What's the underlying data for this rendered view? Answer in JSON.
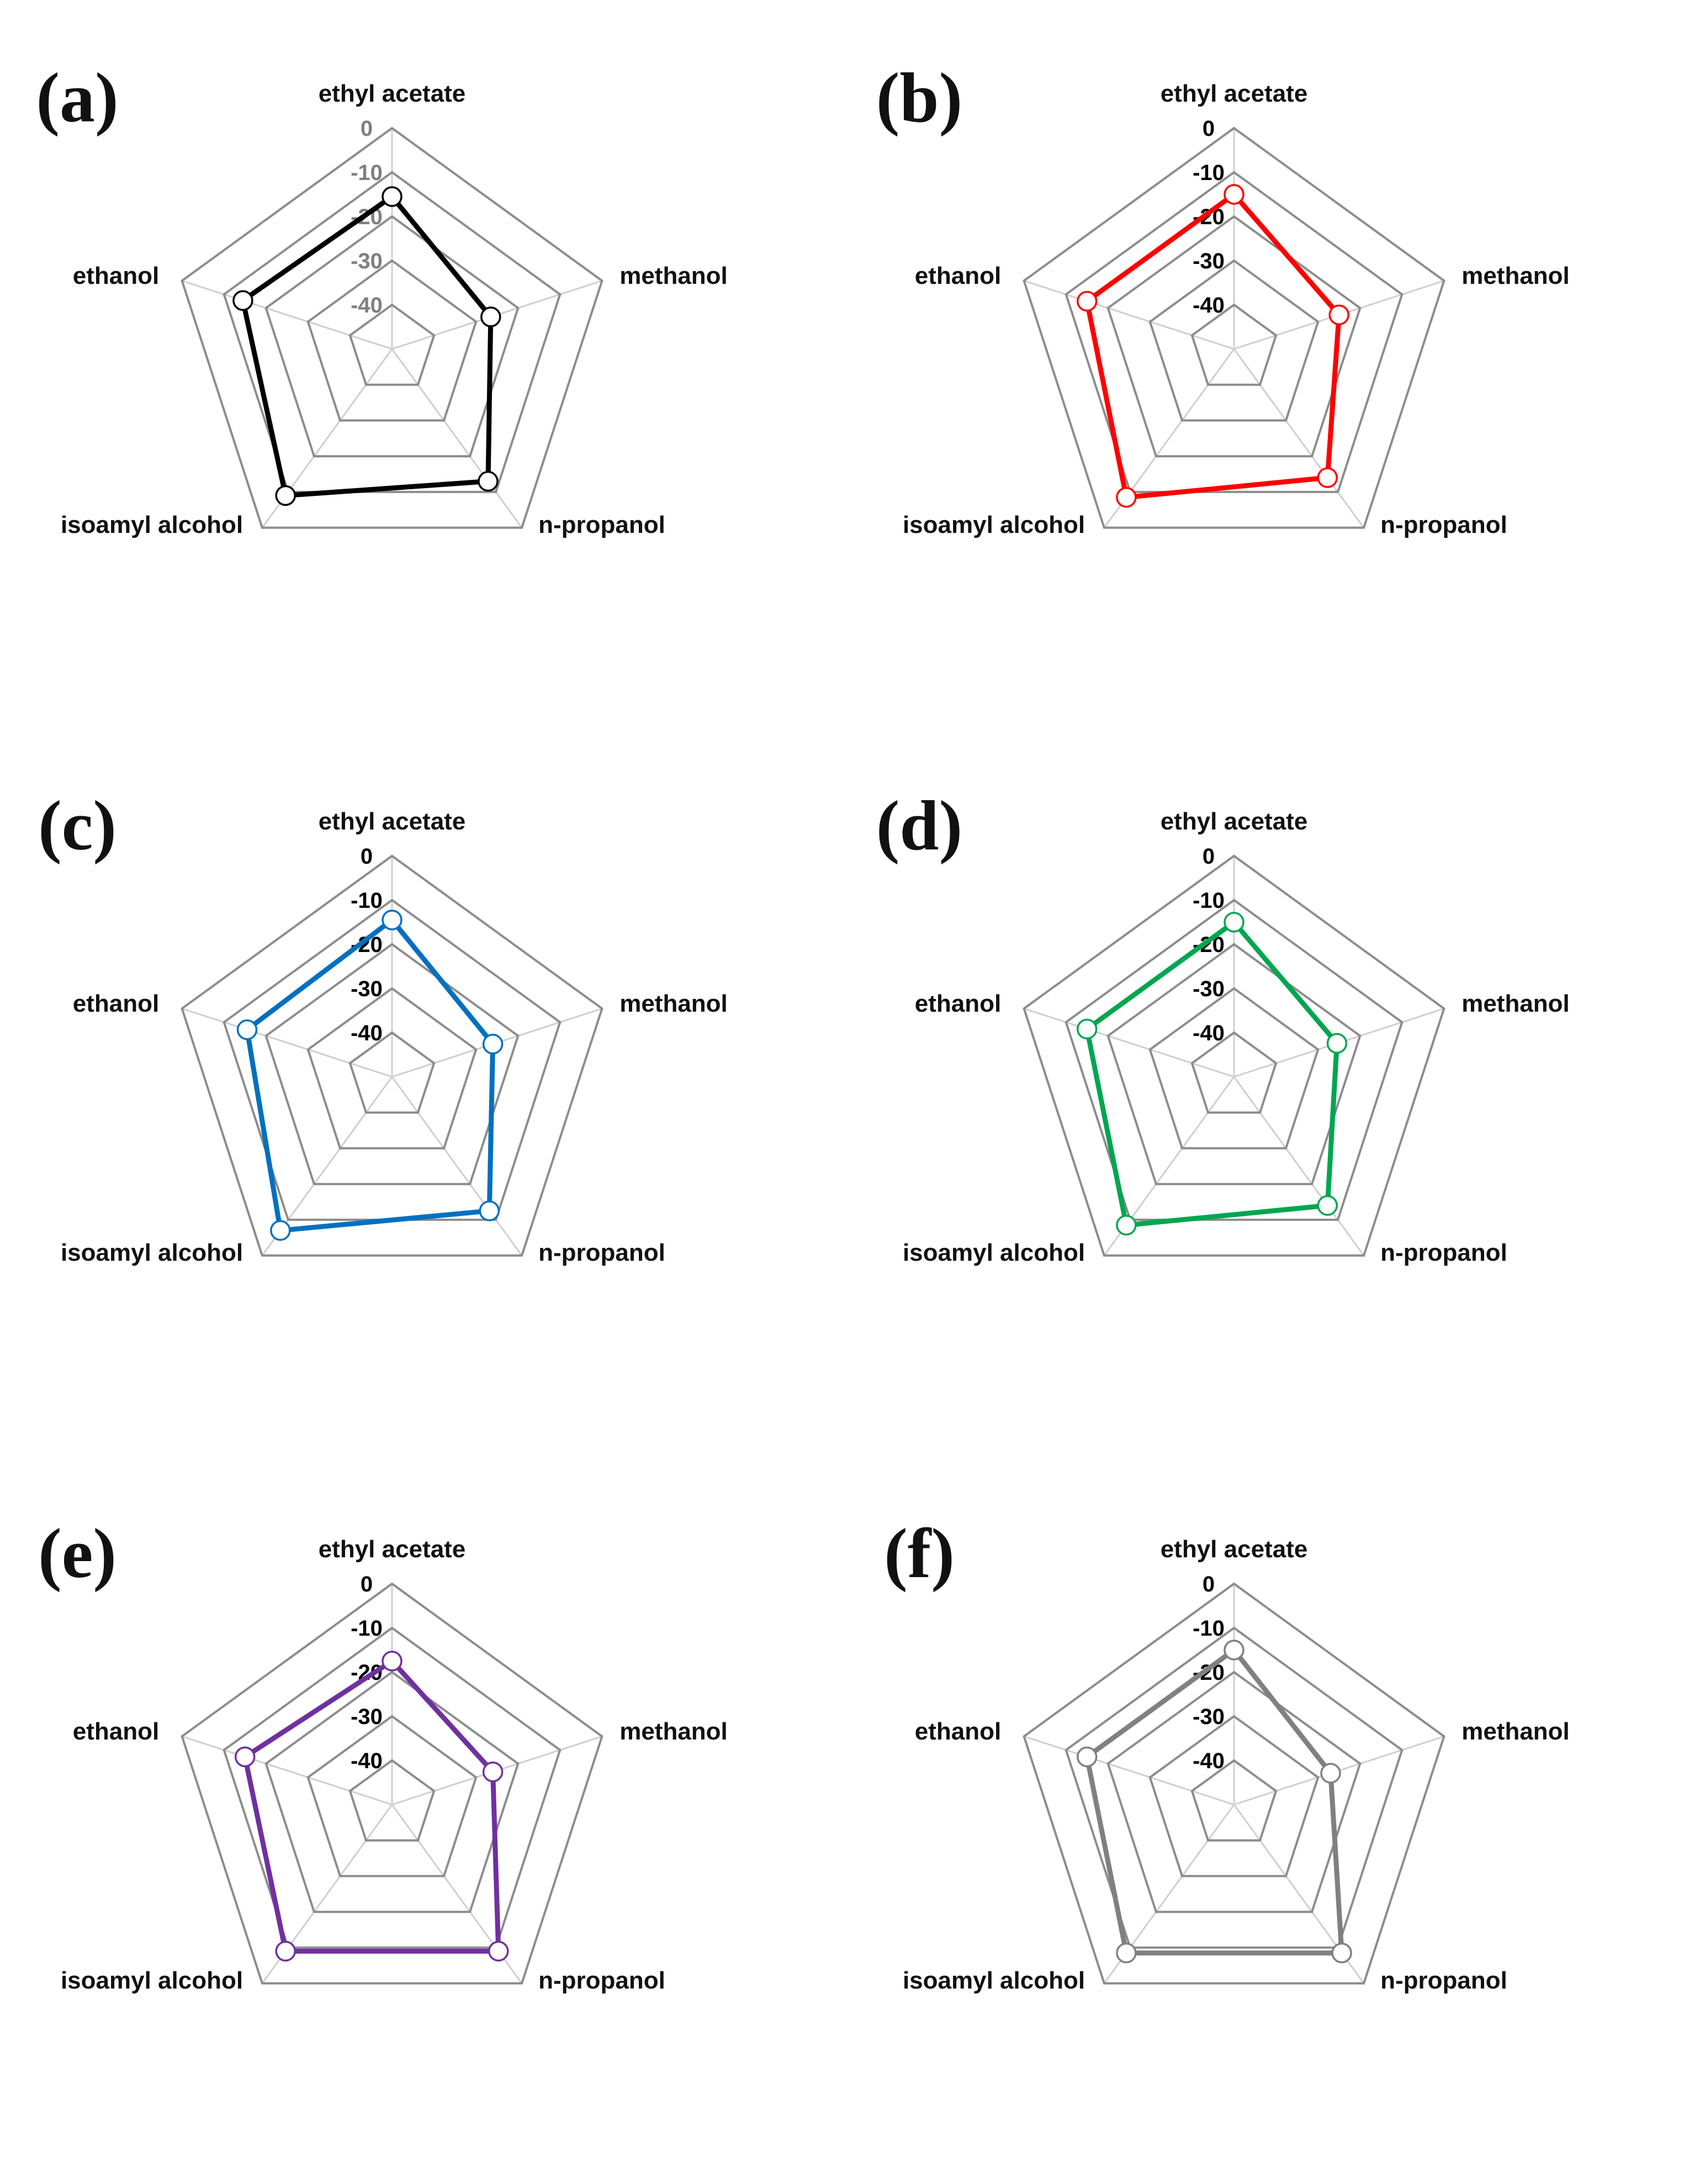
{
  "chart_data": [
    {
      "type": "radar",
      "panel_label": "(a)",
      "axes": [
        "ethyl acetate",
        "methanol",
        "n-propanol",
        "isoamyl alcohol",
        "ethanol"
      ],
      "r_ticks": [
        "0",
        "-10",
        "-20",
        "-30",
        "-40"
      ],
      "rlim": [
        -50,
        0
      ],
      "tick_color": "#7f7f7f",
      "series": [
        {
          "values": [
            -15.5,
            -26.5,
            -13,
            -9,
            -14.5
          ],
          "color": "#000000"
        }
      ]
    },
    {
      "type": "radar",
      "panel_label": "(b)",
      "axes": [
        "ethyl acetate",
        "methanol",
        "n-propanol",
        "isoamyl alcohol",
        "ethanol"
      ],
      "r_ticks": [
        "0",
        "-10",
        "-20",
        "-30",
        "-40"
      ],
      "rlim": [
        -50,
        0
      ],
      "tick_color": "#000000",
      "series": [
        {
          "values": [
            -15,
            -25,
            -14,
            -8.5,
            -15
          ],
          "color": "#ff0000"
        }
      ]
    },
    {
      "type": "radar",
      "panel_label": "(c)",
      "axes": [
        "ethyl acetate",
        "methanol",
        "n-propanol",
        "isoamyl alcohol",
        "ethanol"
      ],
      "r_ticks": [
        "0",
        "-10",
        "-20",
        "-30",
        "-40"
      ],
      "rlim": [
        -50,
        0
      ],
      "tick_color": "#000000",
      "series": [
        {
          "values": [
            -14.5,
            -26,
            -12.5,
            -7,
            -15.5
          ],
          "color": "#0070c0"
        }
      ]
    },
    {
      "type": "radar",
      "panel_label": "(d)",
      "axes": [
        "ethyl acetate",
        "methanol",
        "n-propanol",
        "isoamyl alcohol",
        "ethanol"
      ],
      "r_ticks": [
        "0",
        "-10",
        "-20",
        "-30",
        "-40"
      ],
      "rlim": [
        -50,
        0
      ],
      "tick_color": "#000000",
      "series": [
        {
          "values": [
            -15,
            -25.5,
            -14,
            -8.5,
            -15
          ],
          "color": "#00a650"
        }
      ]
    },
    {
      "type": "radar",
      "panel_label": "(e)",
      "axes": [
        "ethyl acetate",
        "methanol",
        "n-propanol",
        "isoamyl alcohol",
        "ethanol"
      ],
      "r_ticks": [
        "0",
        "-10",
        "-20",
        "-30",
        "-40"
      ],
      "rlim": [
        -50,
        0
      ],
      "tick_color": "#000000",
      "series": [
        {
          "values": [
            -17.5,
            -26,
            -9,
            -9,
            -15
          ],
          "color": "#7030a0"
        }
      ]
    },
    {
      "type": "radar",
      "panel_label": "(f)",
      "axes": [
        "ethyl acetate",
        "methanol",
        "n-propanol",
        "isoamyl alcohol",
        "ethanol"
      ],
      "r_ticks": [
        "0",
        "-10",
        "-20",
        "-30",
        "-40"
      ],
      "rlim": [
        -50,
        0
      ],
      "tick_color": "#000000",
      "series": [
        {
          "values": [
            -15,
            -27,
            -8.5,
            -8.5,
            -15
          ],
          "color": "#808080"
        }
      ]
    }
  ]
}
